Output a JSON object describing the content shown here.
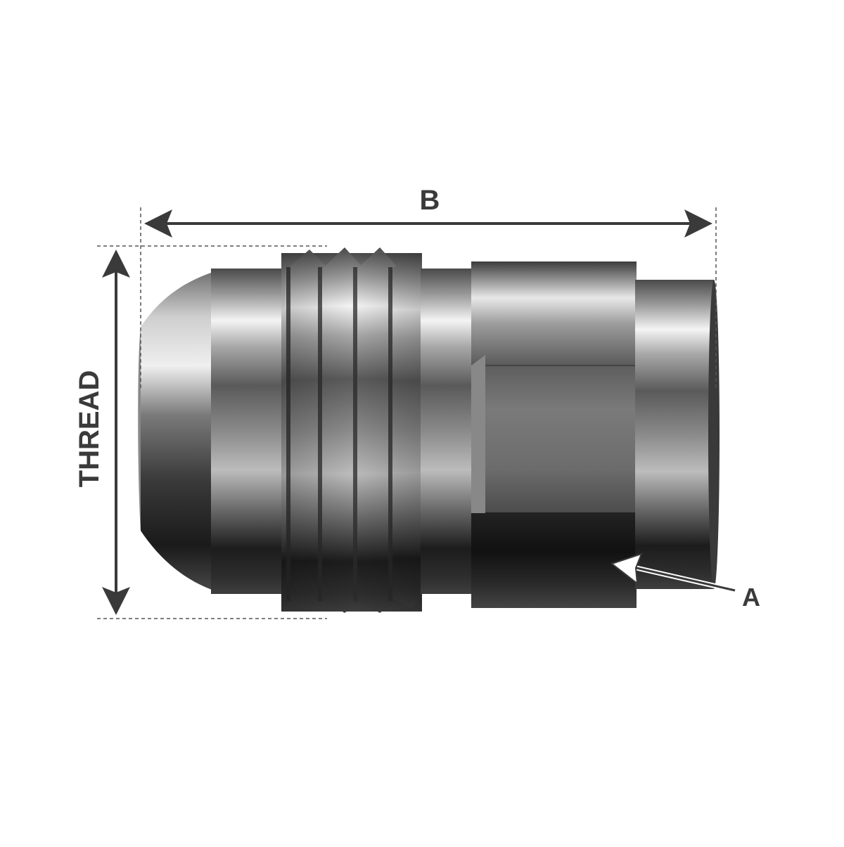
{
  "dimensions": {
    "length_label": "B",
    "thread_label": "THREAD",
    "feature_label": "A"
  },
  "colors": {
    "background": "#ffffff",
    "dimension_line": "#3a3a3a",
    "metal_dark": "#1a1a1a",
    "metal_mid": "#6e6e6e",
    "metal_light": "#f2f2f2"
  }
}
